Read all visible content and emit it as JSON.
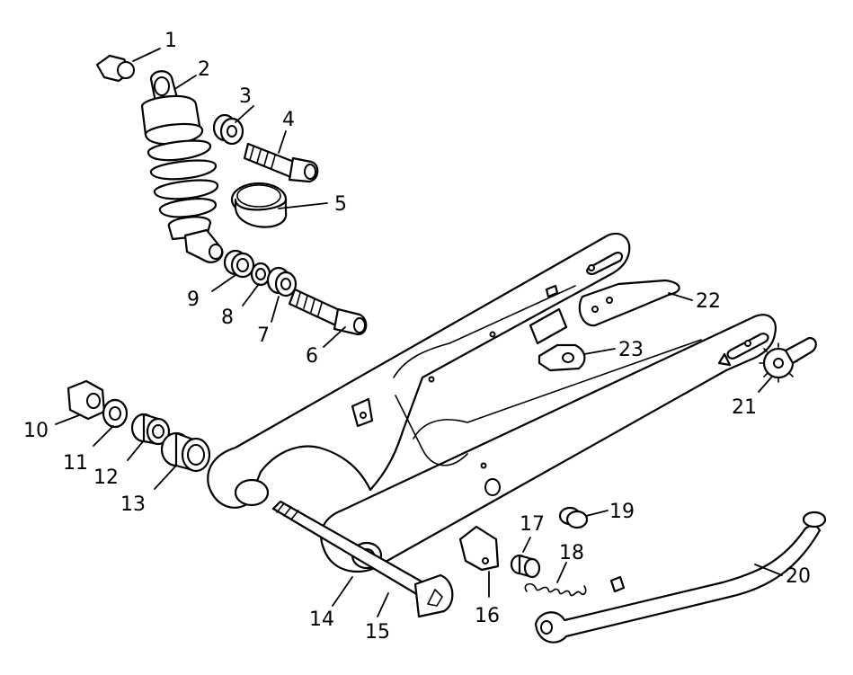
{
  "callouts": [
    {
      "id": "1",
      "text": "1"
    },
    {
      "id": "2",
      "text": "2"
    },
    {
      "id": "3",
      "text": "3"
    },
    {
      "id": "4",
      "text": "4"
    },
    {
      "id": "5",
      "text": "5"
    },
    {
      "id": "6",
      "text": "6"
    },
    {
      "id": "7",
      "text": "7"
    },
    {
      "id": "8",
      "text": "8"
    },
    {
      "id": "9",
      "text": "9"
    },
    {
      "id": "10",
      "text": "10"
    },
    {
      "id": "11",
      "text": "11"
    },
    {
      "id": "12",
      "text": "12"
    },
    {
      "id": "13",
      "text": "13"
    },
    {
      "id": "14",
      "text": "14"
    },
    {
      "id": "15",
      "text": "15"
    },
    {
      "id": "16",
      "text": "16"
    },
    {
      "id": "17",
      "text": "17"
    },
    {
      "id": "18",
      "text": "18"
    },
    {
      "id": "19",
      "text": "19"
    },
    {
      "id": "20",
      "text": "20"
    },
    {
      "id": "21",
      "text": "21"
    },
    {
      "id": "22",
      "text": "22"
    },
    {
      "id": "23",
      "text": "23"
    }
  ],
  "colors": {
    "line": "#000000",
    "background": "#ffffff"
  }
}
